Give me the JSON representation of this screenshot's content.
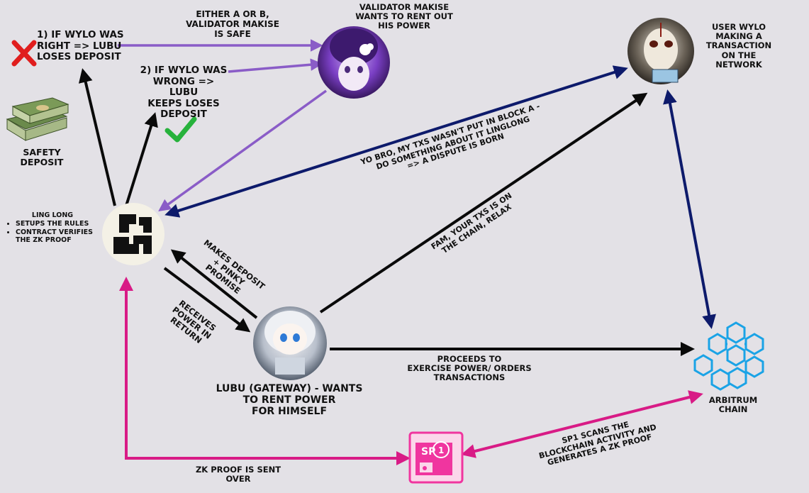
{
  "labels": {
    "either": "Either A or B,\nvalidator Makise\nis safe",
    "validator": "Validator Makise\nwants to rent out\nhis power",
    "user": "User Wylo\nmaking a\ntransaction\non the\nnetwork",
    "cond1": "1) If Wylo was\nright => Lubu\nloses deposit",
    "cond2": "2) If Wylo was\nwrong => Lubu\nkeeps loses\ndeposit",
    "safety": "Safety Deposit",
    "linglong_title": "Ling Long",
    "linglong_b1": "Setups the rules",
    "linglong_b2": "Contract verifies\nthe ZK Proof",
    "dispute": "Yo bro, my txs wasn't put in block A -\ndo something about it LingLong\n=> a dispute is born",
    "fam": "Fam, your txs is on\nthe chain, relax",
    "deposit": "Makes deposit\n+ pinky promise",
    "receives": "Receives\npower in return",
    "lubu": "Lubu (Gateway) - wants\nto rent power\nfor himself",
    "proceeds": "Proceeds to\nexercise power/ orders\ntransactions",
    "arbitrum": "Arbitrum\nchain",
    "sp1_scan": "SP1 scans the\nblockchain activity and\ngenerates a ZK proof",
    "zk_sent": "ZK proof is sent\nover",
    "sp1_icon_text": "SP",
    "sp1_icon_num": "1"
  },
  "colors": {
    "background": "#e3e1e6",
    "purple_arrow": "#8a5cc7",
    "navy_arrow": "#0d1a6b",
    "black_arrow": "#0a0a0a",
    "pink_arrow": "#d81b86",
    "red_x": "#e01e1e",
    "green_check": "#27b23c",
    "arbitrum_blue": "#1aa3e6",
    "sp1_pink": "#f0359f"
  },
  "icons": {
    "reject": "red-x-icon",
    "approve": "green-check-icon",
    "money": "money-stack-icon",
    "linglong": "linglong-logo-icon",
    "arbitrum": "arbitrum-cubes-icon",
    "sp1": "sp1-logo-icon"
  }
}
